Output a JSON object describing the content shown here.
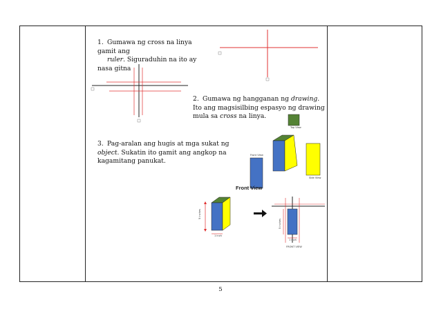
{
  "document": {
    "steps": [
      {
        "number": "1.",
        "parts": [
          {
            "text": "Gumawa ng cross na linya gamit ang",
            "italic": false
          },
          {
            "text": "ruler",
            "italic": true
          },
          {
            "text": ". Siguraduhin na ito ay nasa gitna",
            "italic": false
          }
        ]
      },
      {
        "number": "2.",
        "parts": [
          {
            "text": "Gumawa ng hangganan ng ",
            "italic": false
          },
          {
            "text": "drawing",
            "italic": true
          },
          {
            "text": ". Ito ang magsisilbing espasyo ng drawing mula sa ",
            "italic": false
          },
          {
            "text": "cross",
            "italic": true
          },
          {
            "text": " na linya.",
            "italic": false
          }
        ]
      },
      {
        "number": "3.",
        "parts": [
          {
            "text": "Pag-aralan ang hugis at mga sukat ng ",
            "italic": false
          },
          {
            "text": "object",
            "italic": true
          },
          {
            "text": ". Sukatin ito gamit ang angkop na kagamitang panukat.",
            "italic": false
          }
        ]
      }
    ],
    "view_labels": {
      "top": "Top View",
      "front": "Front View",
      "side": "Side View",
      "front_large": "Front View",
      "front_caption": "FRONT VIEW"
    },
    "dimension_labels": {
      "height": "5 inches",
      "width": "1 inch"
    },
    "page_number": "5"
  },
  "colors": {
    "object_front": "#4472c4",
    "object_side": "#ffff00",
    "object_top": "#548235",
    "guide_lines": "#e03030",
    "border": "#222222"
  }
}
